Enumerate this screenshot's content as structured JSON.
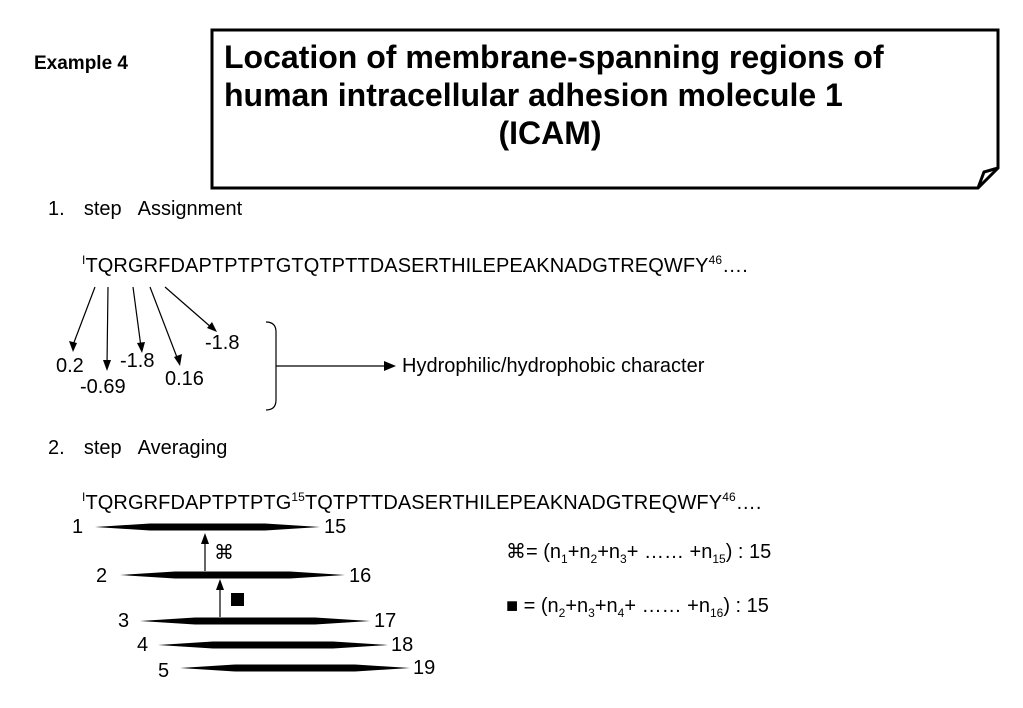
{
  "example_label": "Example 4",
  "title": {
    "line1": "Location of membrane-spanning regions of",
    "line2": "human intracellular adhesion molecule 1",
    "line3": "(ICAM)"
  },
  "step1": {
    "number": "1.",
    "word": "step",
    "name": "Assignment",
    "seq_start": "I",
    "sequence": "TQRGRFDAPTPTPTGTQTPTTDASERTHILEPEAKNADGTREQWFY",
    "seq_end_sup": "46",
    "seq_tail": "….",
    "values": [
      "0.2",
      "-0.69",
      "-1.8",
      "0.16",
      "-1.8"
    ],
    "character_label": "Hydrophilic/hydrophobic character"
  },
  "step2": {
    "number": "2.",
    "word": "step",
    "name": "Averaging",
    "seq_start": "I",
    "seq_part1": "TQRGRFDAPTPTPTG",
    "seq_mid_sup": "15",
    "seq_part2": "TQTPTTDASERTHILEPEAKNADGTREQWFY",
    "seq_end_sup": "46",
    "seq_tail": "….",
    "windows": [
      {
        "start": "1",
        "end": "15"
      },
      {
        "start": "2",
        "end": "16"
      },
      {
        "start": "3",
        "end": "17"
      },
      {
        "start": "4",
        "end": "18"
      },
      {
        "start": "5",
        "end": "19"
      }
    ],
    "symbol_a": "⌘",
    "symbol_b": "■",
    "formula_a": {
      "sym": "⌘",
      "prefix": "= (n",
      "s1": "1",
      "t1": "+n",
      "s2": "2",
      "t2": "+n",
      "s3": "3",
      "t3": "+ …… +n",
      "s4": "15",
      "t4": ") : 15"
    },
    "formula_b": {
      "sym": "■",
      "prefix": " = (n",
      "s1": "2",
      "t1": "+n",
      "s2": "3",
      "t2": "+n",
      "s3": "4",
      "t3": "+ …… +n",
      "s4": "16",
      "t4": ") : 15"
    }
  }
}
